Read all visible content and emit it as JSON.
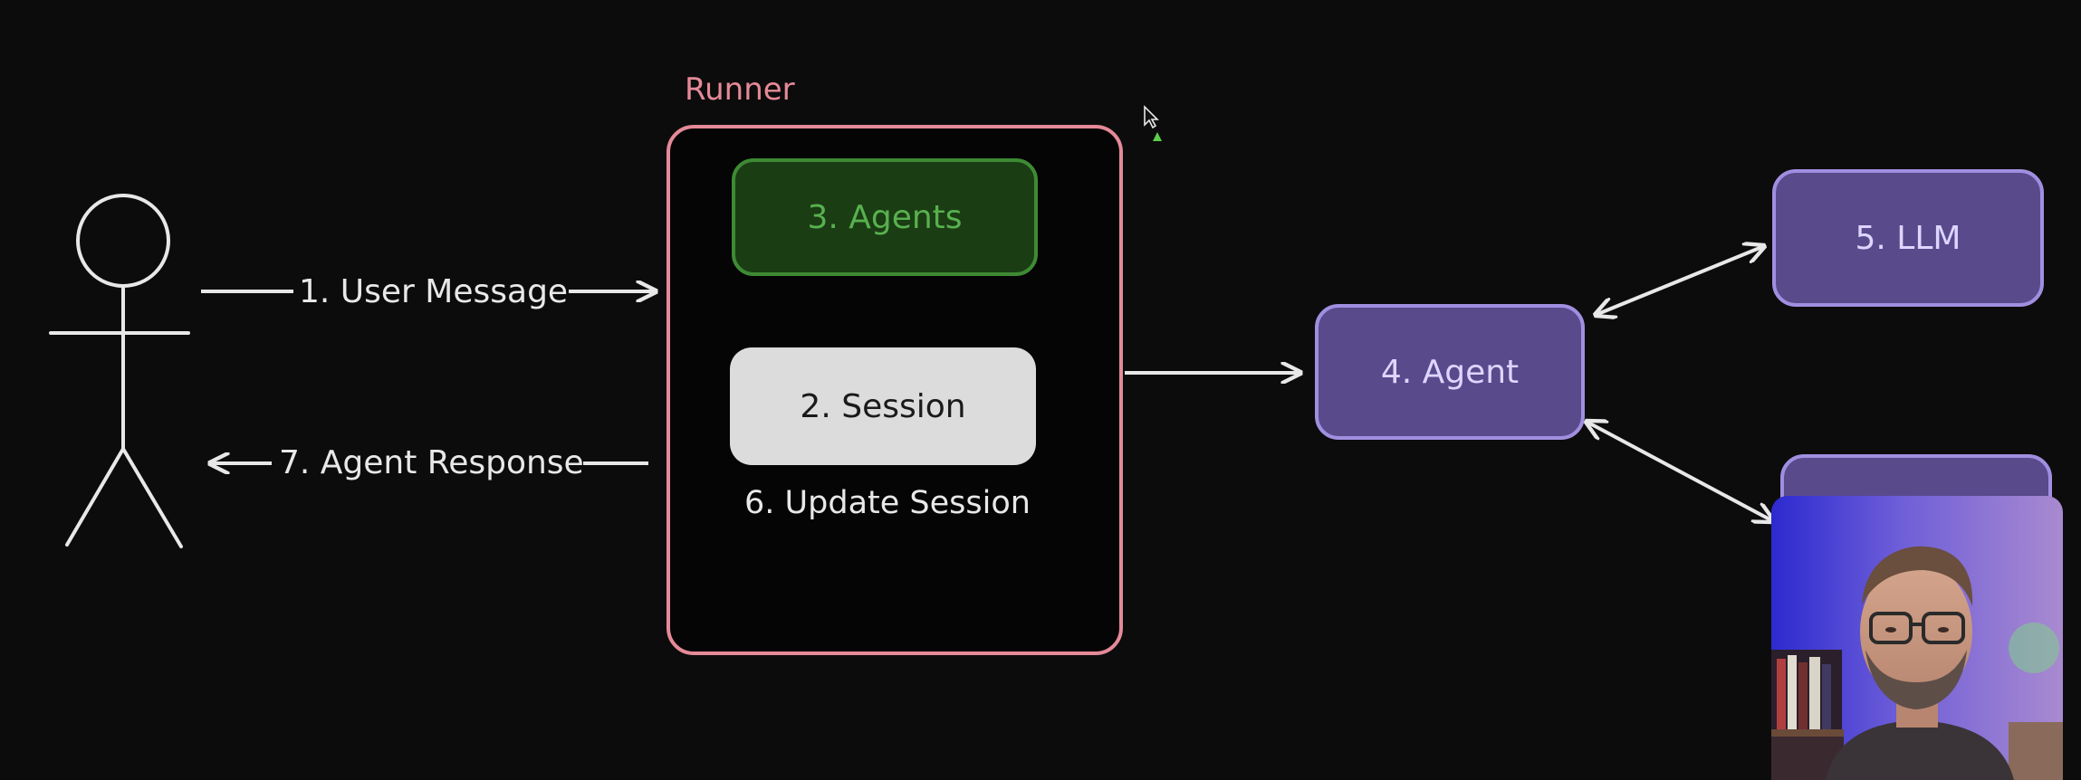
{
  "diagram": {
    "runner_title": "Runner",
    "nodes": {
      "agents": "3. Agents",
      "session": "2. Session",
      "agent": "4. Agent",
      "llm": "5. LLM",
      "tools": ""
    },
    "labels": {
      "user_message": "1. User Message",
      "agent_response": "7. Agent Response",
      "update_session": "6. Update Session"
    }
  },
  "colors": {
    "background": "#0c0c0c",
    "runner_border": "#e58a98",
    "agents_fill": "#1a3d14",
    "agents_border": "#3e8a34",
    "agents_text": "#58b04e",
    "session_fill": "#dcdcdc",
    "agent_fill": "#594a8c",
    "agent_border": "#a08fe0",
    "arrow": "#e8e8e8"
  },
  "icons": [
    "stick-figure-user-icon",
    "mouse-cursor-icon",
    "webcam-presenter-overlay"
  ]
}
